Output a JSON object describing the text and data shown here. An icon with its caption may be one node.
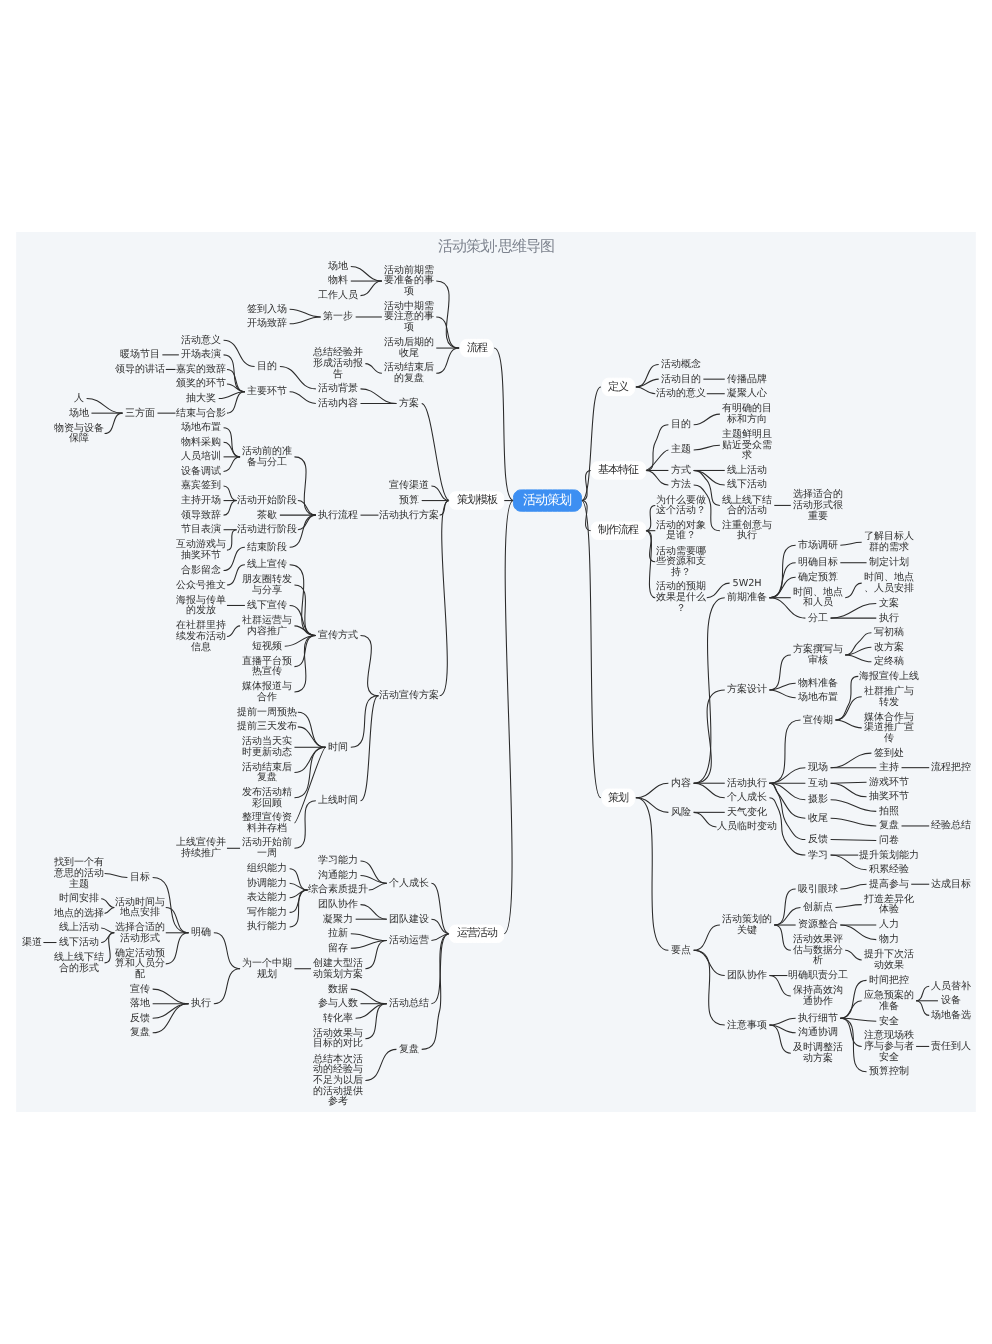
{
  "diagram": {
    "title": "活动策划·思维导图",
    "nodes": [
      {
        "text": [
          "活动策划"
        ]
      },
      {
        "text": [
          "定义"
        ]
      },
      {
        "text": [
          "活动概念"
        ]
      },
      {
        "text": [
          "活动目的"
        ]
      },
      {
        "text": [
          "传播品牌"
        ]
      },
      {
        "text": [
          "活动的意义"
        ]
      },
      {
        "text": [
          "凝聚人心"
        ]
      },
      {
        "text": [
          "基本特征"
        ]
      },
      {
        "text": [
          "目的"
        ]
      },
      {
        "text": [
          "有明确的目标和方向"
        ]
      },
      {
        "text": [
          "主题"
        ]
      },
      {
        "text": [
          "主题鲜明且贴近受众需求"
        ]
      },
      {
        "text": [
          "方式"
        ]
      },
      {
        "text": [
          "线上活动"
        ]
      },
      {
        "text": [
          "线下活动"
        ]
      },
      {
        "text": [
          "线上线下结合的活动"
        ]
      },
      {
        "text": [
          "选择适合的活动形式很重要"
        ]
      },
      {
        "text": [
          "方法"
        ]
      },
      {
        "text": [
          "注重创意与执行"
        ]
      },
      {
        "text": [
          "制作流程"
        ]
      },
      {
        "text": [
          "为什么要做这个活动？"
        ]
      },
      {
        "text": [
          "活动的对象是谁？"
        ]
      },
      {
        "text": [
          "活动需要哪些资源和支持？"
        ]
      },
      {
        "text": [
          "活动的预期效果是什么？"
        ]
      },
      {
        "text": [
          "5W2H"
        ]
      },
      {
        "text": [
          "策划"
        ]
      },
      {
        "text": [
          "内容"
        ]
      },
      {
        "text": [
          "前期准备"
        ]
      },
      {
        "text": [
          "市场调研"
        ]
      },
      {
        "text": [
          "了解目标人群的需求"
        ]
      },
      {
        "text": [
          "明确目标"
        ]
      },
      {
        "text": [
          "制定计划"
        ]
      },
      {
        "text": [
          "确定预算"
        ]
      },
      {
        "text": [
          "时间、地点和人员"
        ]
      },
      {
        "text": [
          "时间、地点、人员安排"
        ]
      },
      {
        "text": [
          "分工"
        ]
      },
      {
        "text": [
          "文案"
        ]
      },
      {
        "text": [
          "执行"
        ]
      },
      {
        "text": [
          "方案设计"
        ]
      },
      {
        "text": [
          "方案撰写与审核"
        ]
      },
      {
        "text": [
          "写初稿"
        ]
      },
      {
        "text": [
          "改方案"
        ]
      },
      {
        "text": [
          "定终稿"
        ]
      },
      {
        "text": [
          "物料准备"
        ]
      },
      {
        "text": [
          "场地布置"
        ]
      },
      {
        "text": [
          "活动执行"
        ]
      },
      {
        "text": [
          "宣传期"
        ]
      },
      {
        "text": [
          "海报宣传上线"
        ]
      },
      {
        "text": [
          "社群推广与转发"
        ]
      },
      {
        "text": [
          "媒体合作与渠道推广宣传"
        ]
      },
      {
        "text": [
          "现场"
        ]
      },
      {
        "text": [
          "签到处"
        ]
      },
      {
        "text": [
          "主持"
        ]
      },
      {
        "text": [
          "流程把控"
        ]
      },
      {
        "text": [
          "互动"
        ]
      },
      {
        "text": [
          "游戏环节"
        ]
      },
      {
        "text": [
          "抽奖环节"
        ]
      },
      {
        "text": [
          "摄影"
        ]
      },
      {
        "text": [
          "拍照"
        ]
      },
      {
        "text": [
          "收尾"
        ]
      },
      {
        "text": [
          "复盘"
        ]
      },
      {
        "text": [
          "经验总结"
        ]
      },
      {
        "text": [
          "反馈"
        ]
      },
      {
        "text": [
          "问卷"
        ]
      },
      {
        "text": [
          "个人成长"
        ]
      },
      {
        "text": [
          "学习"
        ]
      },
      {
        "text": [
          "提升策划能力"
        ]
      },
      {
        "text": [
          "积累经验"
        ]
      },
      {
        "text": [
          "风险"
        ]
      },
      {
        "text": [
          "天气变化"
        ]
      },
      {
        "text": [
          "人员临时变动"
        ]
      },
      {
        "text": [
          "要点"
        ]
      },
      {
        "text": [
          "活动策划的关键"
        ]
      },
      {
        "text": [
          "吸引眼球"
        ]
      },
      {
        "text": [
          "提高参与"
        ]
      },
      {
        "text": [
          "达成目标"
        ]
      },
      {
        "text": [
          "创新点"
        ]
      },
      {
        "text": [
          "打造差异化体验"
        ]
      },
      {
        "text": [
          "资源整合"
        ]
      },
      {
        "text": [
          "人力"
        ]
      },
      {
        "text": [
          "物力"
        ]
      },
      {
        "text": [
          "活动效果评估与数据分析"
        ]
      },
      {
        "text": [
          "提升下次活动效果"
        ]
      },
      {
        "text": [
          "团队协作"
        ]
      },
      {
        "text": [
          "明确职责分工"
        ]
      },
      {
        "text": [
          "保持高效沟通协作"
        ]
      },
      {
        "text": [
          "注意事项"
        ]
      },
      {
        "text": [
          "执行细节"
        ]
      },
      {
        "text": [
          "时间把控"
        ]
      },
      {
        "text": [
          "应急预案的准备"
        ]
      },
      {
        "text": [
          "人员替补"
        ]
      },
      {
        "text": [
          "设备"
        ]
      },
      {
        "text": [
          "场地备选"
        ]
      },
      {
        "text": [
          "安全"
        ]
      },
      {
        "text": [
          "注意现场秩序与参与者安全"
        ]
      },
      {
        "text": [
          "责任到人"
        ]
      },
      {
        "text": [
          "预算控制"
        ]
      },
      {
        "text": [
          "沟通协调"
        ]
      },
      {
        "text": [
          "及时调整活动方案"
        ]
      },
      {
        "text": [
          "流程"
        ]
      },
      {
        "text": [
          "活动前期需要准备的事项"
        ]
      },
      {
        "text": [
          "场地"
        ]
      },
      {
        "text": [
          "物料"
        ]
      },
      {
        "text": [
          "工作人员"
        ]
      },
      {
        "text": [
          "活动中期需要注意的事项"
        ]
      },
      {
        "text": [
          "第一步"
        ]
      },
      {
        "text": [
          "签到入场"
        ]
      },
      {
        "text": [
          "开场致辞"
        ]
      },
      {
        "text": [
          "活动后期的收尾"
        ]
      },
      {
        "text": [
          "活动结束后的复盘"
        ]
      },
      {
        "text": [
          "总结经验并形成活动报告"
        ]
      },
      {
        "text": [
          "策划模板"
        ]
      },
      {
        "text": [
          "方案"
        ]
      },
      {
        "text": [
          "活动背景"
        ]
      },
      {
        "text": [
          "目的"
        ]
      },
      {
        "text": [
          "活动意义"
        ]
      },
      {
        "text": [
          "活动内容"
        ]
      },
      {
        "text": [
          "主要环节"
        ]
      },
      {
        "text": [
          "开场表演"
        ]
      },
      {
        "text": [
          "暖场节目"
        ]
      },
      {
        "text": [
          "嘉宾的致辞"
        ]
      },
      {
        "text": [
          "领导的讲话"
        ]
      },
      {
        "text": [
          "颁奖的环节"
        ]
      },
      {
        "text": [
          "抽大奖"
        ]
      },
      {
        "text": [
          "结束与合影"
        ]
      },
      {
        "text": [
          "三方面"
        ]
      },
      {
        "text": [
          "人"
        ]
      },
      {
        "text": [
          "场地"
        ]
      },
      {
        "text": [
          "物资与设备保障"
        ]
      },
      {
        "text": [
          "宣传渠道"
        ]
      },
      {
        "text": [
          "预算"
        ]
      },
      {
        "text": [
          "活动执行方案"
        ]
      },
      {
        "text": [
          "执行流程"
        ]
      },
      {
        "text": [
          "活动前的准备与分工"
        ]
      },
      {
        "text": [
          "场地布置"
        ]
      },
      {
        "text": [
          "物料采购"
        ]
      },
      {
        "text": [
          "人员培训"
        ]
      },
      {
        "text": [
          "设备调试"
        ]
      },
      {
        "text": [
          "活动开始阶段"
        ]
      },
      {
        "text": [
          "嘉宾签到"
        ]
      },
      {
        "text": [
          "主持开场"
        ]
      },
      {
        "text": [
          "领导致辞"
        ]
      },
      {
        "text": [
          "茶歇"
        ]
      },
      {
        "text": [
          "活动进行阶段"
        ]
      },
      {
        "text": [
          "节目表演"
        ]
      },
      {
        "text": [
          "互动游戏与抽奖环节"
        ]
      },
      {
        "text": [
          "结束阶段"
        ]
      },
      {
        "text": [
          "合影留念"
        ]
      },
      {
        "text": [
          "活动宣传方案"
        ]
      },
      {
        "text": [
          "宣传方式"
        ]
      },
      {
        "text": [
          "线上宣传"
        ]
      },
      {
        "text": [
          "公众号推文"
        ]
      },
      {
        "text": [
          "朋友圈转发与分享"
        ]
      },
      {
        "text": [
          "线下宣传"
        ]
      },
      {
        "text": [
          "海报与传单的发放"
        ]
      },
      {
        "text": [
          "社群运营与内容推广"
        ]
      },
      {
        "text": [
          "在社群里持续发布活动信息"
        ]
      },
      {
        "text": [
          "短视频"
        ]
      },
      {
        "text": [
          "直播平台预热宣传"
        ]
      },
      {
        "text": [
          "媒体报道与合作"
        ]
      },
      {
        "text": [
          "时间"
        ]
      },
      {
        "text": [
          "提前一周预热"
        ]
      },
      {
        "text": [
          "提前三天发布"
        ]
      },
      {
        "text": [
          "活动当天实时更新动态"
        ]
      },
      {
        "text": [
          "活动结束后复盘"
        ]
      },
      {
        "text": [
          "发布活动精彩回顾"
        ]
      },
      {
        "text": [
          "整理宣传资料并存档"
        ]
      },
      {
        "text": [
          "上线时间"
        ]
      },
      {
        "text": [
          "活动开始前一周"
        ]
      },
      {
        "text": [
          "上线宣传并持续推广"
        ]
      },
      {
        "text": [
          "运营活动"
        ]
      },
      {
        "text": [
          "个人成长"
        ]
      },
      {
        "text": [
          "学习能力"
        ]
      },
      {
        "text": [
          "沟通能力"
        ]
      },
      {
        "text": [
          "综合素质提升"
        ]
      },
      {
        "text": [
          "组织能力"
        ]
      },
      {
        "text": [
          "协调能力"
        ]
      },
      {
        "text": [
          "表达能力"
        ]
      },
      {
        "text": [
          "写作能力"
        ]
      },
      {
        "text": [
          "执行能力"
        ]
      },
      {
        "text": [
          "团队建设"
        ]
      },
      {
        "text": [
          "团队协作"
        ]
      },
      {
        "text": [
          "凝聚力"
        ]
      },
      {
        "text": [
          "活动运营"
        ]
      },
      {
        "text": [
          "拉新"
        ]
      },
      {
        "text": [
          "留存"
        ]
      },
      {
        "text": [
          "创建大型活动策划方案"
        ]
      },
      {
        "text": [
          "为一个中期规划"
        ]
      },
      {
        "text": [
          "明确"
        ]
      },
      {
        "text": [
          "目标"
        ]
      },
      {
        "text": [
          "找到一个有意思的活动主题"
        ]
      },
      {
        "text": [
          "活动时间与地点安排"
        ]
      },
      {
        "text": [
          "时间安排"
        ]
      },
      {
        "text": [
          "地点的选择"
        ]
      },
      {
        "text": [
          "选择合适的活动形式"
        ]
      },
      {
        "text": [
          "线上活动"
        ]
      },
      {
        "text": [
          "线下活动"
        ]
      },
      {
        "text": [
          "渠道"
        ]
      },
      {
        "text": [
          "线上线下结合的形式"
        ]
      },
      {
        "text": [
          "确定活动预算和人员分配"
        ]
      },
      {
        "text": [
          "执行"
        ]
      },
      {
        "text": [
          "宣传"
        ]
      },
      {
        "text": [
          "落地"
        ]
      },
      {
        "text": [
          "反馈"
        ]
      },
      {
        "text": [
          "复盘"
        ]
      },
      {
        "text": [
          "活动总结"
        ]
      },
      {
        "text": [
          "数据"
        ]
      },
      {
        "text": [
          "参与人数"
        ]
      },
      {
        "text": [
          "转化率"
        ]
      },
      {
        "text": [
          "活动效果与目标的对比"
        ]
      },
      {
        "text": [
          "复盘"
        ]
      },
      {
        "text": [
          "总结本次活动的经验与不足为以后的活动提供参考"
        ]
      }
    ],
    "edges": [
      {
        "from": 0,
        "to": 1,
        "arrow": "none"
      },
      {
        "from": 1,
        "to": 2,
        "arrow": "none"
      },
      {
        "from": 1,
        "to": 3,
        "arrow": "none"
      },
      {
        "from": 3,
        "to": 4,
        "arrow": "none"
      },
      {
        "from": 1,
        "to": 5,
        "arrow": "none"
      },
      {
        "from": 5,
        "to": 6,
        "arrow": "none"
      },
      {
        "from": 0,
        "to": 7,
        "arrow": "none"
      },
      {
        "from": 7,
        "to": 8,
        "arrow": "none"
      },
      {
        "from": 8,
        "to": 9,
        "arrow": "none"
      },
      {
        "from": 7,
        "to": 10,
        "arrow": "none"
      },
      {
        "from": 10,
        "to": 11,
        "arrow": "none"
      },
      {
        "from": 7,
        "to": 12,
        "arrow": "none"
      },
      {
        "from": 12,
        "to": 13,
        "arrow": "none"
      },
      {
        "from": 12,
        "to": 14,
        "arrow": "none"
      },
      {
        "from": 12,
        "to": 15,
        "arrow": "none"
      },
      {
        "from": 15,
        "to": 16,
        "arrow": "none"
      },
      {
        "from": 7,
        "to": 17,
        "arrow": "none"
      },
      {
        "from": 17,
        "to": 18,
        "arrow": "none"
      },
      {
        "from": 0,
        "to": 19,
        "arrow": "none"
      },
      {
        "from": 19,
        "to": 20,
        "arrow": "none"
      },
      {
        "from": 19,
        "to": 21,
        "arrow": "none"
      },
      {
        "from": 19,
        "to": 22,
        "arrow": "none"
      },
      {
        "from": 19,
        "to": 23,
        "arrow": "none"
      },
      {
        "from": 23,
        "to": 24,
        "arrow": "none"
      },
      {
        "from": 0,
        "to": 25,
        "arrow": "none"
      },
      {
        "from": 25,
        "to": 26,
        "arrow": "none"
      },
      {
        "from": 26,
        "to": 27,
        "arrow": "none"
      },
      {
        "from": 27,
        "to": 28,
        "arrow": "none"
      },
      {
        "from": 28,
        "to": 29,
        "arrow": "none"
      },
      {
        "from": 27,
        "to": 30,
        "arrow": "none"
      },
      {
        "from": 30,
        "to": 31,
        "arrow": "none"
      },
      {
        "from": 27,
        "to": 32,
        "arrow": "none"
      },
      {
        "from": 27,
        "to": 33,
        "arrow": "none"
      },
      {
        "from": 33,
        "to": 34,
        "arrow": "none"
      },
      {
        "from": 27,
        "to": 35,
        "arrow": "none"
      },
      {
        "from": 35,
        "to": 36,
        "arrow": "none"
      },
      {
        "from": 35,
        "to": 37,
        "arrow": "none"
      },
      {
        "from": 26,
        "to": 38,
        "arrow": "none"
      },
      {
        "from": 38,
        "to": 39,
        "arrow": "none"
      },
      {
        "from": 39,
        "to": 40,
        "arrow": "none"
      },
      {
        "from": 39,
        "to": 41,
        "arrow": "none"
      },
      {
        "from": 39,
        "to": 42,
        "arrow": "none"
      },
      {
        "from": 38,
        "to": 43,
        "arrow": "none"
      },
      {
        "from": 38,
        "to": 44,
        "arrow": "none"
      },
      {
        "from": 26,
        "to": 45,
        "arrow": "none"
      },
      {
        "from": 45,
        "to": 46,
        "arrow": "none"
      },
      {
        "from": 46,
        "to": 47,
        "arrow": "none"
      },
      {
        "from": 46,
        "to": 48,
        "arrow": "none"
      },
      {
        "from": 46,
        "to": 49,
        "arrow": "none"
      },
      {
        "from": 45,
        "to": 50,
        "arrow": "none"
      },
      {
        "from": 50,
        "to": 51,
        "arrow": "none"
      },
      {
        "from": 50,
        "to": 52,
        "arrow": "none"
      },
      {
        "from": 52,
        "to": 53,
        "arrow": "none"
      },
      {
        "from": 45,
        "to": 54,
        "arrow": "none"
      },
      {
        "from": 54,
        "to": 55,
        "arrow": "none"
      },
      {
        "from": 54,
        "to": 56,
        "arrow": "none"
      },
      {
        "from": 45,
        "to": 57,
        "arrow": "none"
      },
      {
        "from": 57,
        "to": 58,
        "arrow": "none"
      },
      {
        "from": 45,
        "to": 59,
        "arrow": "none"
      },
      {
        "from": 59,
        "to": 60,
        "arrow": "none"
      },
      {
        "from": 60,
        "to": 61,
        "arrow": "none"
      },
      {
        "from": 45,
        "to": 62,
        "arrow": "none"
      },
      {
        "from": 62,
        "to": 63,
        "arrow": "none"
      },
      {
        "from": 26,
        "to": 64,
        "arrow": "none"
      },
      {
        "from": 64,
        "to": 65,
        "arrow": "none"
      },
      {
        "from": 65,
        "to": 66,
        "arrow": "none"
      },
      {
        "from": 65,
        "to": 67,
        "arrow": "none"
      },
      {
        "from": 25,
        "to": 68,
        "arrow": "none"
      },
      {
        "from": 68,
        "to": 69,
        "arrow": "none"
      },
      {
        "from": 68,
        "to": 70,
        "arrow": "none"
      },
      {
        "from": 25,
        "to": 71,
        "arrow": "none"
      },
      {
        "from": 71,
        "to": 72,
        "arrow": "none"
      },
      {
        "from": 72,
        "to": 73,
        "arrow": "none"
      },
      {
        "from": 73,
        "to": 74,
        "arrow": "none"
      },
      {
        "from": 74,
        "to": 75,
        "arrow": "none"
      },
      {
        "from": 72,
        "to": 76,
        "arrow": "none"
      },
      {
        "from": 76,
        "to": 77,
        "arrow": "none"
      },
      {
        "from": 72,
        "to": 78,
        "arrow": "none"
      },
      {
        "from": 78,
        "to": 79,
        "arrow": "none"
      },
      {
        "from": 78,
        "to": 80,
        "arrow": "none"
      },
      {
        "from": 72,
        "to": 81,
        "arrow": "none"
      },
      {
        "from": 81,
        "to": 82,
        "arrow": "none"
      },
      {
        "from": 71,
        "to": 83,
        "arrow": "none"
      },
      {
        "from": 83,
        "to": 84,
        "arrow": "none"
      },
      {
        "from": 83,
        "to": 85,
        "arrow": "none"
      },
      {
        "from": 71,
        "to": 86,
        "arrow": "none"
      },
      {
        "from": 86,
        "to": 87,
        "arrow": "none"
      },
      {
        "from": 87,
        "to": 88,
        "arrow": "none"
      },
      {
        "from": 87,
        "to": 89,
        "arrow": "none"
      },
      {
        "from": 89,
        "to": 90,
        "arrow": "none"
      },
      {
        "from": 89,
        "to": 91,
        "arrow": "none"
      },
      {
        "from": 89,
        "to": 92,
        "arrow": "none"
      },
      {
        "from": 87,
        "to": 93,
        "arrow": "none"
      },
      {
        "from": 87,
        "to": 94,
        "arrow": "none"
      },
      {
        "from": 94,
        "to": 95,
        "arrow": "none"
      },
      {
        "from": 87,
        "to": 96,
        "arrow": "none"
      },
      {
        "from": 86,
        "to": 97,
        "arrow": "none"
      },
      {
        "from": 86,
        "to": 98,
        "arrow": "none"
      },
      {
        "from": 99,
        "to": 0,
        "arrow": "none"
      },
      {
        "from": 100,
        "to": 99,
        "arrow": "none"
      },
      {
        "from": 101,
        "to": 100,
        "arrow": "none"
      },
      {
        "from": 102,
        "to": 100,
        "arrow": "none"
      },
      {
        "from": 103,
        "to": 100,
        "arrow": "none"
      },
      {
        "from": 104,
        "to": 99,
        "arrow": "none"
      },
      {
        "from": 105,
        "to": 104,
        "arrow": "none"
      },
      {
        "from": 106,
        "to": 105,
        "arrow": "none"
      },
      {
        "from": 107,
        "to": 105,
        "arrow": "none"
      },
      {
        "from": 108,
        "to": 99,
        "arrow": "none"
      },
      {
        "from": 109,
        "to": 99,
        "arrow": "none"
      },
      {
        "from": 110,
        "to": 109,
        "arrow": "none"
      },
      {
        "from": 111,
        "to": 0,
        "arrow": "none"
      },
      {
        "from": 112,
        "to": 111,
        "arrow": "none"
      },
      {
        "from": 113,
        "to": 112,
        "arrow": "none"
      },
      {
        "from": 114,
        "to": 113,
        "arrow": "none"
      },
      {
        "from": 115,
        "to": 114,
        "arrow": "none"
      },
      {
        "from": 116,
        "to": 112,
        "arrow": "none"
      },
      {
        "from": 117,
        "to": 116,
        "arrow": "none"
      },
      {
        "from": 118,
        "to": 117,
        "arrow": "none"
      },
      {
        "from": 119,
        "to": 118,
        "arrow": "none"
      },
      {
        "from": 120,
        "to": 117,
        "arrow": "none"
      },
      {
        "from": 121,
        "to": 120,
        "arrow": "none"
      },
      {
        "from": 122,
        "to": 117,
        "arrow": "none"
      },
      {
        "from": 123,
        "to": 117,
        "arrow": "none"
      },
      {
        "from": 124,
        "to": 117,
        "arrow": "none"
      },
      {
        "from": 125,
        "to": 124,
        "arrow": "none"
      },
      {
        "from": 126,
        "to": 125,
        "arrow": "none"
      },
      {
        "from": 127,
        "to": 125,
        "arrow": "none"
      },
      {
        "from": 128,
        "to": 125,
        "arrow": "none"
      },
      {
        "from": 129,
        "to": 111,
        "arrow": "none"
      },
      {
        "from": 130,
        "to": 111,
        "arrow": "none"
      },
      {
        "from": 131,
        "to": 111,
        "arrow": "none"
      },
      {
        "from": 132,
        "to": 131,
        "arrow": "none"
      },
      {
        "from": 133,
        "to": 132,
        "arrow": "none"
      },
      {
        "from": 134,
        "to": 133,
        "arrow": "none"
      },
      {
        "from": 135,
        "to": 133,
        "arrow": "none"
      },
      {
        "from": 136,
        "to": 133,
        "arrow": "none"
      },
      {
        "from": 137,
        "to": 133,
        "arrow": "none"
      },
      {
        "from": 138,
        "to": 132,
        "arrow": "none"
      },
      {
        "from": 139,
        "to": 138,
        "arrow": "none"
      },
      {
        "from": 140,
        "to": 138,
        "arrow": "none"
      },
      {
        "from": 141,
        "to": 138,
        "arrow": "none"
      },
      {
        "from": 142,
        "to": 132,
        "arrow": "none"
      },
      {
        "from": 143,
        "to": 132,
        "arrow": "none"
      },
      {
        "from": 144,
        "to": 143,
        "arrow": "none"
      },
      {
        "from": 145,
        "to": 143,
        "arrow": "none"
      },
      {
        "from": 146,
        "to": 132,
        "arrow": "none"
      },
      {
        "from": 147,
        "to": 146,
        "arrow": "none"
      },
      {
        "from": 148,
        "to": 111,
        "arrow": "none"
      },
      {
        "from": 149,
        "to": 148,
        "arrow": "none"
      },
      {
        "from": 150,
        "to": 149,
        "arrow": "none"
      },
      {
        "from": 151,
        "to": 150,
        "arrow": "none"
      },
      {
        "from": 152,
        "to": 149,
        "arrow": "none"
      },
      {
        "from": 153,
        "to": 149,
        "arrow": "none"
      },
      {
        "from": 154,
        "to": 153,
        "arrow": "none"
      },
      {
        "from": 155,
        "to": 149,
        "arrow": "none"
      },
      {
        "from": 156,
        "to": 155,
        "arrow": "none"
      },
      {
        "from": 157,
        "to": 149,
        "arrow": "none"
      },
      {
        "from": 158,
        "to": 149,
        "arrow": "none"
      },
      {
        "from": 159,
        "to": 149,
        "arrow": "none"
      },
      {
        "from": 160,
        "to": 148,
        "arrow": "none"
      },
      {
        "from": 161,
        "to": 160,
        "arrow": "none"
      },
      {
        "from": 162,
        "to": 160,
        "arrow": "none"
      },
      {
        "from": 163,
        "to": 160,
        "arrow": "none"
      },
      {
        "from": 164,
        "to": 160,
        "arrow": "none"
      },
      {
        "from": 165,
        "to": 160,
        "arrow": "none"
      },
      {
        "from": 166,
        "to": 160,
        "arrow": "none"
      },
      {
        "from": 167,
        "to": 148,
        "arrow": "none"
      },
      {
        "from": 168,
        "to": 167,
        "arrow": "none"
      },
      {
        "from": 169,
        "to": 168,
        "arrow": "none"
      },
      {
        "from": 170,
        "to": 0,
        "arrow": "none"
      },
      {
        "from": 171,
        "to": 170,
        "arrow": "none"
      },
      {
        "from": 172,
        "to": 171,
        "arrow": "none"
      },
      {
        "from": 173,
        "to": 171,
        "arrow": "none"
      },
      {
        "from": 174,
        "to": 171,
        "arrow": "none"
      },
      {
        "from": 175,
        "to": 174,
        "arrow": "none"
      },
      {
        "from": 176,
        "to": 174,
        "arrow": "none"
      },
      {
        "from": 177,
        "to": 174,
        "arrow": "none"
      },
      {
        "from": 178,
        "to": 174,
        "arrow": "none"
      },
      {
        "from": 179,
        "to": 174,
        "arrow": "none"
      },
      {
        "from": 180,
        "to": 170,
        "arrow": "none"
      },
      {
        "from": 181,
        "to": 180,
        "arrow": "none"
      },
      {
        "from": 182,
        "to": 180,
        "arrow": "none"
      },
      {
        "from": 183,
        "to": 170,
        "arrow": "none"
      },
      {
        "from": 184,
        "to": 183,
        "arrow": "none"
      },
      {
        "from": 185,
        "to": 183,
        "arrow": "none"
      },
      {
        "from": 186,
        "to": 183,
        "arrow": "none"
      },
      {
        "from": 187,
        "to": 186,
        "arrow": "none"
      },
      {
        "from": 188,
        "to": 187,
        "arrow": "none"
      },
      {
        "from": 189,
        "to": 188,
        "arrow": "none"
      },
      {
        "from": 190,
        "to": 189,
        "arrow": "none"
      },
      {
        "from": 191,
        "to": 188,
        "arrow": "none"
      },
      {
        "from": 192,
        "to": 191,
        "arrow": "none"
      },
      {
        "from": 193,
        "to": 191,
        "arrow": "none"
      },
      {
        "from": 194,
        "to": 188,
        "arrow": "none"
      },
      {
        "from": 195,
        "to": 194,
        "arrow": "none"
      },
      {
        "from": 196,
        "to": 194,
        "arrow": "none"
      },
      {
        "from": 197,
        "to": 196,
        "arrow": "none"
      },
      {
        "from": 198,
        "to": 194,
        "arrow": "none"
      },
      {
        "from": 199,
        "to": 188,
        "arrow": "none"
      },
      {
        "from": 200,
        "to": 187,
        "arrow": "none"
      },
      {
        "from": 201,
        "to": 200,
        "arrow": "none"
      },
      {
        "from": 202,
        "to": 200,
        "arrow": "none"
      },
      {
        "from": 203,
        "to": 200,
        "arrow": "none"
      },
      {
        "from": 204,
        "to": 200,
        "arrow": "none"
      },
      {
        "from": 205,
        "to": 170,
        "arrow": "none"
      },
      {
        "from": 206,
        "to": 205,
        "arrow": "none"
      },
      {
        "from": 207,
        "to": 205,
        "arrow": "none"
      },
      {
        "from": 208,
        "to": 205,
        "arrow": "none"
      },
      {
        "from": 209,
        "to": 205,
        "arrow": "none"
      },
      {
        "from": 210,
        "to": 170,
        "arrow": "none"
      },
      {
        "from": 211,
        "to": 210,
        "arrow": "none"
      }
    ]
  }
}
